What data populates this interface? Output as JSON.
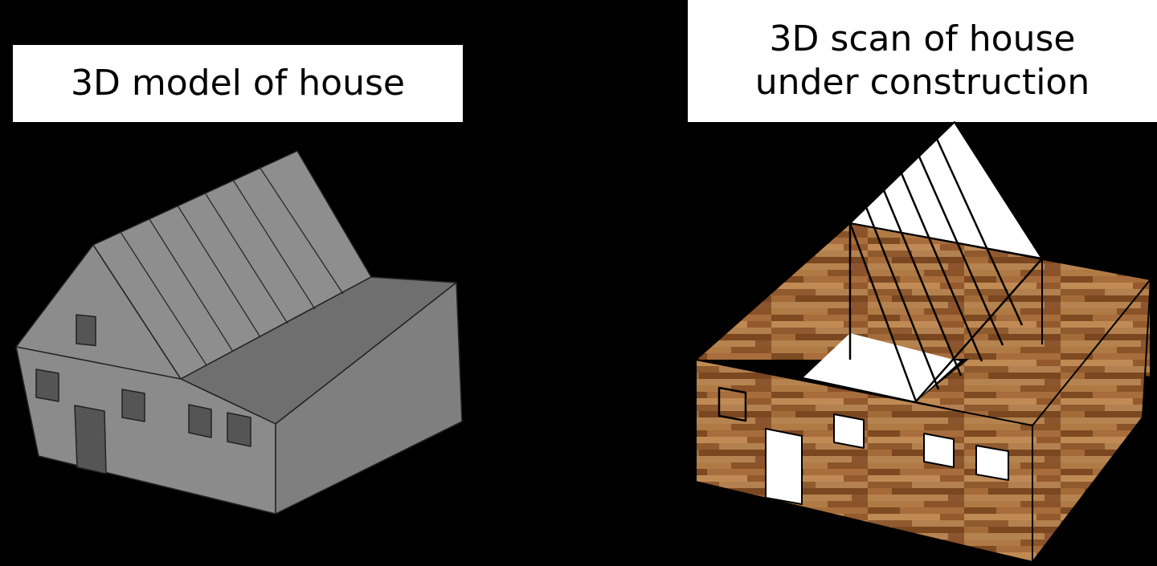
{
  "left_panel": {
    "label": "3D model of house"
  },
  "right_panel": {
    "label_line1": "3D scan of house",
    "label_line2": "under construction"
  },
  "colors": {
    "background": "#000000",
    "label_bg": "#ffffff",
    "model_gray": "#8a8a8a",
    "model_dark": "#6d6d6d",
    "model_window": "#5a5a5a",
    "wood": "#9a6234"
  }
}
